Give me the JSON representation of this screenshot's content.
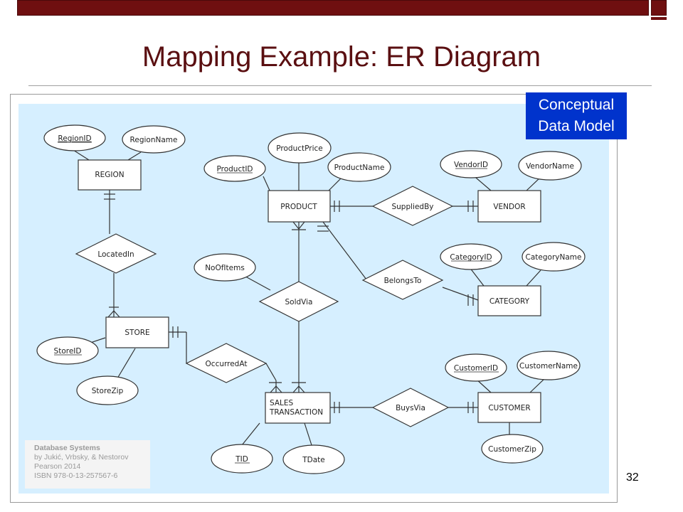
{
  "slide": {
    "title": "Mapping Example: ER Diagram",
    "page_number": "32",
    "badge_line1": "Conceptual",
    "badge_line2": "Data Model",
    "credit": {
      "title": "Database Systems",
      "authors": "by Jukić, Vrbsky, & Nestorov",
      "publisher": "Pearson 2014",
      "isbn": "ISBN 978-0-13-257567-6"
    },
    "colors": {
      "accent_bar": "#6f0f10",
      "title_text": "#5a0f11",
      "diagram_bg": "#d6efff",
      "badge_bg": "#0033cc"
    }
  },
  "diagram": {
    "entities": {
      "region": "REGION",
      "product": "PRODUCT",
      "vendor": "VENDOR",
      "category": "CATEGORY",
      "store": "STORE",
      "sales_line1": "SALES",
      "sales_line2": "TRANSACTION",
      "customer": "CUSTOMER"
    },
    "relationships": {
      "located_in": "LocatedIn",
      "supplied_by": "SuppliedBy",
      "belongs_to": "BelongsTo",
      "sold_via": "SoldVia",
      "occurred_at": "OccurredAt",
      "buys_via": "BuysVia"
    },
    "attributes": {
      "region_id": "RegionID",
      "region_name": "RegionName",
      "product_id": "ProductID",
      "product_price": "ProductPrice",
      "product_name": "ProductName",
      "vendor_id": "VendorID",
      "vendor_name": "VendorName",
      "category_id": "CategoryID",
      "category_name": "CategoryName",
      "no_of_items": "NoOfItems",
      "store_id": "StoreID",
      "store_zip": "StoreZip",
      "customer_id": "CustomerID",
      "customer_name": "CustomerName",
      "customer_zip": "CustomerZip",
      "tid": "TID",
      "tdate": "TDate"
    }
  }
}
